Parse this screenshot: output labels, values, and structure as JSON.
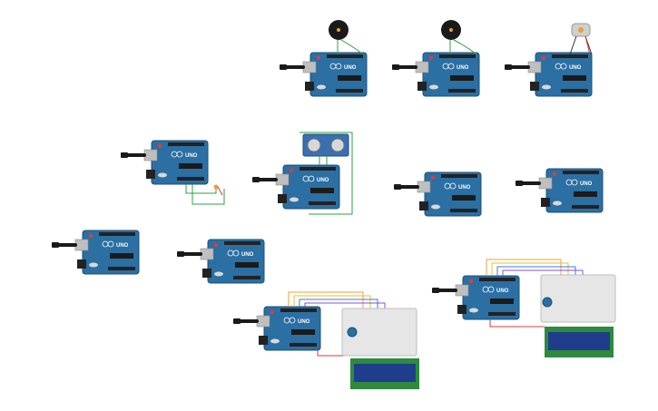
{
  "circuit": {
    "board_label": "UNO",
    "boards": [
      {
        "id": "uno-1",
        "component": "none"
      },
      {
        "id": "uno-2",
        "component": "buzzer"
      },
      {
        "id": "uno-3",
        "component": "buzzer"
      },
      {
        "id": "uno-4",
        "component": "dc-motor"
      },
      {
        "id": "uno-5",
        "component": "photoresistor"
      },
      {
        "id": "uno-6",
        "component": "ultrasonic-sensor"
      },
      {
        "id": "uno-7",
        "component": "none"
      },
      {
        "id": "uno-8",
        "component": "none"
      },
      {
        "id": "uno-9",
        "component": "none"
      },
      {
        "id": "uno-10",
        "component": "none"
      },
      {
        "id": "uno-11",
        "component": "lcd-16x2-with-breadboard-and-potentiometer"
      },
      {
        "id": "uno-12",
        "component": "lcd-16x2-with-breadboard-and-potentiometer"
      }
    ],
    "colors": {
      "board": "#2b6fa3",
      "board_dark": "#1d4f78",
      "header": "#222222",
      "usb": "#bfbfbf",
      "cable": "#1a1a1a",
      "wire_green": "#2ea043",
      "wire_red": "#d73a3a",
      "wire_black": "#333333",
      "wire_orange": "#f0a030",
      "wire_yellow": "#e6c229",
      "wire_blue": "#3b7dd8",
      "wire_purple": "#8a4fd8",
      "lcd_frame": "#2d8a3e",
      "lcd_screen": "#1f3d8a",
      "breadboard": "#e6e6e6",
      "buzzer": "#1a1a1a",
      "sensor": "#3a6fb0"
    }
  }
}
